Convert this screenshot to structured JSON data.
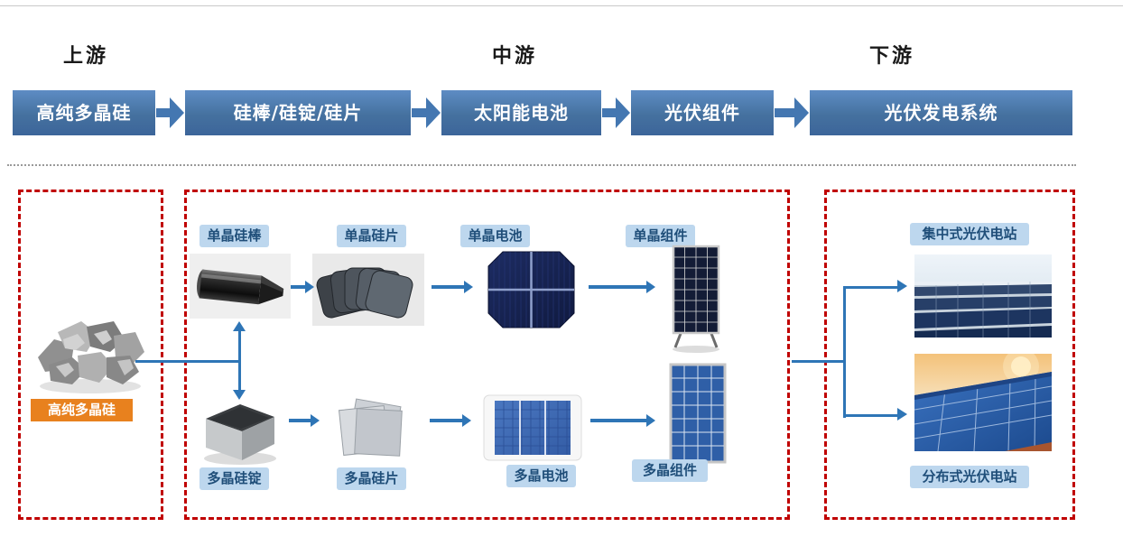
{
  "stages": {
    "upstream": "上游",
    "midstream": "中游",
    "downstream": "下游"
  },
  "chain": {
    "steps": [
      "高纯多晶硅",
      "硅棒/硅锭/硅片",
      "太阳能电池",
      "光伏组件",
      "光伏发电系统"
    ]
  },
  "upstream_detail": {
    "material_label": "高纯多晶硅"
  },
  "midstream_detail": {
    "mono": {
      "rod": "单晶硅棒",
      "wafer": "单晶硅片",
      "cell": "单晶电池",
      "module": "单晶组件"
    },
    "poly": {
      "ingot": "多晶硅锭",
      "wafer": "多晶硅片",
      "cell": "多晶电池",
      "module": "多晶组件"
    }
  },
  "downstream_detail": {
    "centralized": "集中式光伏电站",
    "distributed": "分布式光伏电站"
  },
  "colors": {
    "chain_box_blue": "#45719F",
    "flow_arrow_blue": "#2E75B6",
    "pill_bg": "#BDD7EE",
    "pill_text": "#1F4E79",
    "orange_label_bg": "#E8811E",
    "dashed_border_red": "#C00000"
  }
}
